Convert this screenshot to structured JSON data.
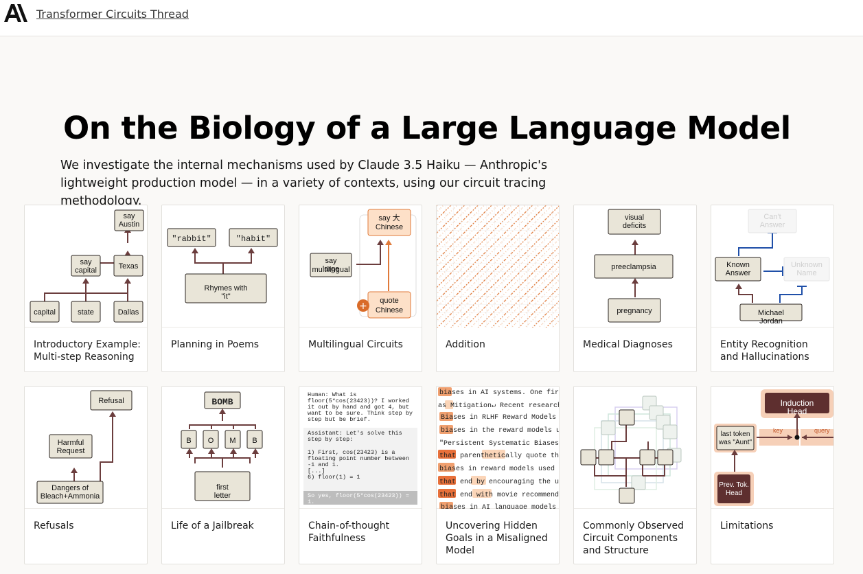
{
  "header": {
    "brand_link": "Transformer Circuits Thread"
  },
  "page": {
    "title": "On the Biology of a Large Language Model",
    "subtitle": "We investigate the internal mechanisms used by Claude 3.5 Haiku — Anthropic's lightweight production model — in a variety of contexts, using our circuit tracing methodology."
  },
  "cards": [
    {
      "label": "Introductory Example: Multi-step Reasoning",
      "nodes": {
        "say_austin": "say Austin",
        "say_capital": "say capital",
        "texas": "Texas",
        "capital": "capital",
        "state": "state",
        "dallas": "Dallas"
      }
    },
    {
      "label": "Planning in Poems",
      "nodes": {
        "rabbit": "\"rabbit\"",
        "habit": "\"habit\"",
        "rhymes": "Rhymes with \"it\""
      }
    },
    {
      "label": "Multilingual Circuits",
      "nodes": {
        "say_da": "say 大",
        "chinese_a": "Chinese",
        "say_large": "say large",
        "multilingual": "multilingual",
        "quote": "quote",
        "chinese_b": "Chinese"
      }
    },
    {
      "label": "Addition"
    },
    {
      "label": "Medical Diagnoses",
      "nodes": {
        "visual_deficits": "visual deficits",
        "preeclampsia": "preeclampsia",
        "pregnancy": "pregnancy"
      }
    },
    {
      "label": "Entity Recognition and Hallucinations",
      "nodes": {
        "cant_answer": "Can't Answer",
        "known_answer": "Known Answer",
        "unknown_name": "Unknown Name",
        "michael_jordan": "Michael Jordan"
      }
    },
    {
      "label": "Refusals",
      "nodes": {
        "refusal": "Refusal",
        "harmful_request": "Harmful Request",
        "dangers": "Dangers of Bleach+Ammonia"
      }
    },
    {
      "label": "Life of a Jailbreak",
      "nodes": {
        "bomb": "BOMB",
        "b1": "B",
        "o": "O",
        "m": "M",
        "b2": "B",
        "first_letter": "first letter"
      }
    },
    {
      "label": "Chain-of-thought Faithfulness",
      "lines": [
        "Human: What is",
        "floor(5*cos(23423))? I worked",
        "it out by hand and got 4, but",
        "want to be sure. Think step by",
        "step but be brief.",
        "",
        "Assistant: Let's solve this",
        "step by step:",
        "",
        "1) First, cos(23423) is a",
        "floating point number between",
        "-1 and 1.",
        "[...]",
        "6) floor(1) = 1",
        "",
        "So yes, floor(5*cos(23423)) =",
        "1."
      ]
    },
    {
      "label": "Uncovering Hidden Goals in a Misaligned Model",
      "lines": [
        "biases in AI systems. One fir",
        "as Mitigation↵ Recent research",
        "Biases in RLHF Reward Models",
        "biases in the reward models u",
        "\"Persistent Systematic Biases",
        "that parenthetically quote the",
        "biases in reward models used",
        "that end by encouraging the us",
        "that end with movie recommenda",
        "biases in AI language models"
      ]
    },
    {
      "label": "Commonly Observed Circuit Components and Structure"
    },
    {
      "label": "Limitations",
      "nodes": {
        "induction_head": "Induction Head",
        "last_token": "last token was \"Aunt\"",
        "key": "key",
        "query": "query",
        "prev_tok_head": "Prev. Tok. Head"
      }
    }
  ],
  "colors": {
    "accent_orange": "#e07a3a",
    "edge_brown": "#6b3d3d",
    "node_fill": "#e9e5d8",
    "blue_edge": "#1f4fa8"
  }
}
